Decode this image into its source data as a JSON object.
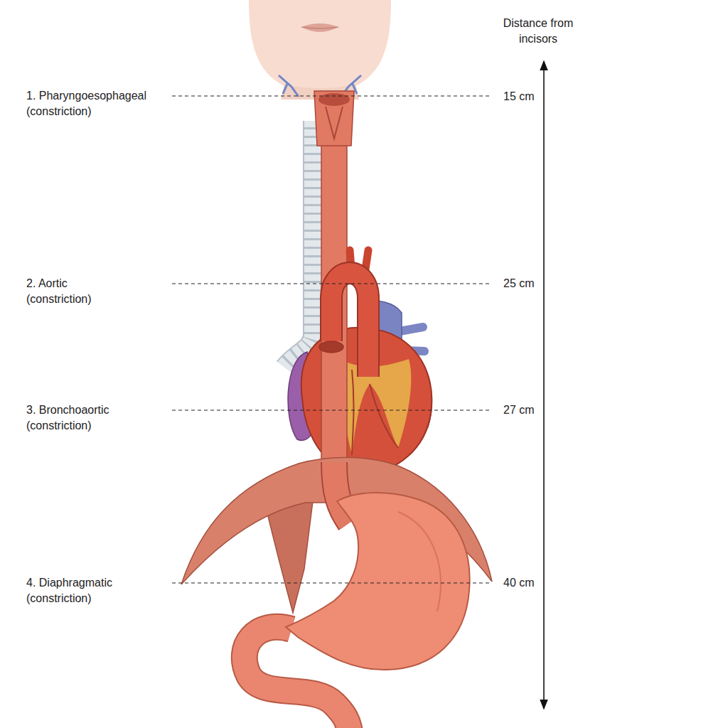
{
  "diagram": {
    "labels": [
      "1. Pharyngoesophageal (constriction)",
      "15 cm",
      "2. Aortic (constriction)",
      "25 cm",
      "3. Bronchoaortic (constriction)",
      "27 cm",
      "4. Diaphragmatic (constriction)",
      "40 cm",
      "Distance from incisors"
    ]
  }
}
